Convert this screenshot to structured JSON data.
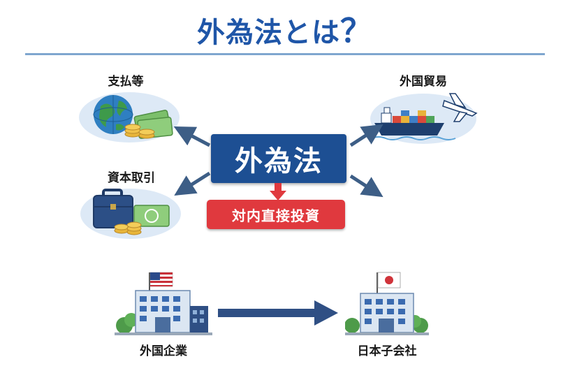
{
  "title": {
    "main": "外為法とは",
    "question_mark": "？"
  },
  "center": {
    "label": "外為法"
  },
  "sub_box": {
    "label": "対内直接投資"
  },
  "categories": {
    "payments": "支払等",
    "foreign_trade": "外国貿易",
    "capital": "資本取引"
  },
  "companies": {
    "foreign": "外国企業",
    "japanese_sub": "日本子会社"
  },
  "colors": {
    "title_blue": "#1f56a8",
    "center_box": "#1d4f93",
    "sub_box_red": "#e0393e",
    "arrow": "#3d5e86"
  }
}
